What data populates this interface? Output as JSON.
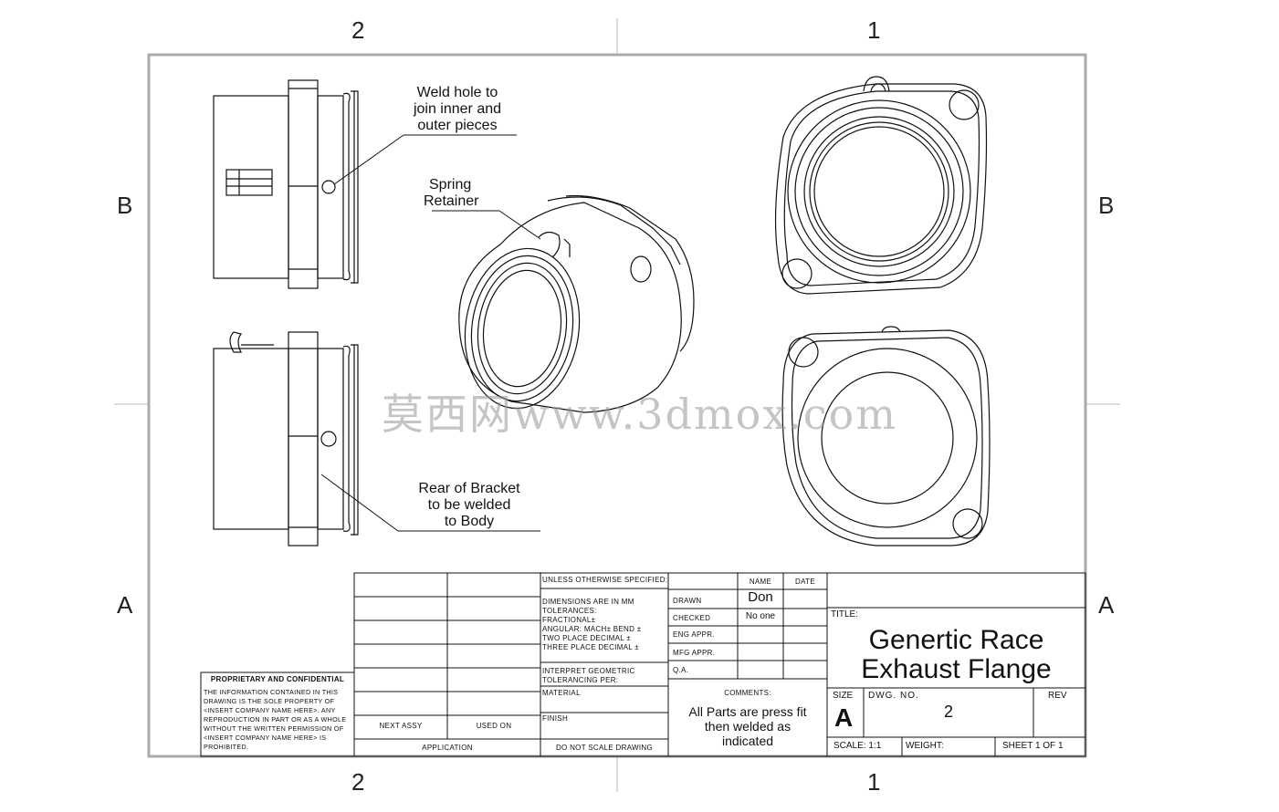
{
  "zones": {
    "top": [
      "2",
      "1"
    ],
    "bottom": [
      "2",
      "1"
    ],
    "left": [
      "B",
      "A"
    ],
    "right": [
      "B",
      "A"
    ]
  },
  "notes": {
    "weld_hole": [
      "Weld hole to",
      "join inner and",
      "outer pieces"
    ],
    "spring_retainer": [
      "Spring",
      "Retainer"
    ],
    "rear_bracket": [
      "Rear of Bracket",
      "to be welded",
      "to Body"
    ]
  },
  "watermark": "莫西网www.3dmox.com",
  "title_block": {
    "proprietary": {
      "heading": "PROPRIETARY AND CONFIDENTIAL",
      "body": [
        "THE INFORMATION CONTAINED IN THIS",
        "DRAWING IS THE SOLE PROPERTY OF",
        "<INSERT COMPANY NAME HERE>. ANY",
        "REPRODUCTION IN PART OR AS A WHOLE",
        "WITHOUT THE WRITTEN PERMISSION OF",
        "<INSERT COMPANY NAME HERE> IS",
        "PROHIBITED."
      ]
    },
    "next_assy": "NEXT ASSY",
    "used_on": "USED ON",
    "application": "APPLICATION",
    "unless": "UNLESS OTHERWISE SPECIFIED:",
    "dims": [
      "DIMENSIONS ARE IN MM",
      "TOLERANCES:",
      "FRACTIONAL±",
      "ANGULAR: MACH±   BEND  ±",
      "TWO PLACE DECIMAL   ±",
      "THREE PLACE DECIMAL  ±"
    ],
    "interpret": [
      "INTERPRET GEOMETRIC",
      "TOLERANCING PER:"
    ],
    "material": "MATERIAL",
    "finish": "FINISH",
    "do_not_scale": "DO NOT SCALE DRAWING",
    "name_header": "NAME",
    "date_header": "DATE",
    "rows": [
      {
        "label": "DRAWN",
        "name": "Don"
      },
      {
        "label": "CHECKED",
        "name": "No one"
      },
      {
        "label": "ENG APPR.",
        "name": ""
      },
      {
        "label": "MFG APPR.",
        "name": ""
      },
      {
        "label": "Q.A.",
        "name": ""
      }
    ],
    "comments_label": "COMMENTS:",
    "comments": [
      "All Parts are press fit",
      "then welded as",
      "indicated"
    ],
    "title_label": "TITLE:",
    "title": [
      "Genertic Race",
      "Exhaust Flange"
    ],
    "size_label": "SIZE",
    "size": "A",
    "dwg_no_label": "DWG.  NO.",
    "dwg_no": "2",
    "rev_label": "REV",
    "scale": "SCALE: 1:1",
    "weight": "WEIGHT:",
    "sheet": "SHEET 1 OF 1"
  }
}
